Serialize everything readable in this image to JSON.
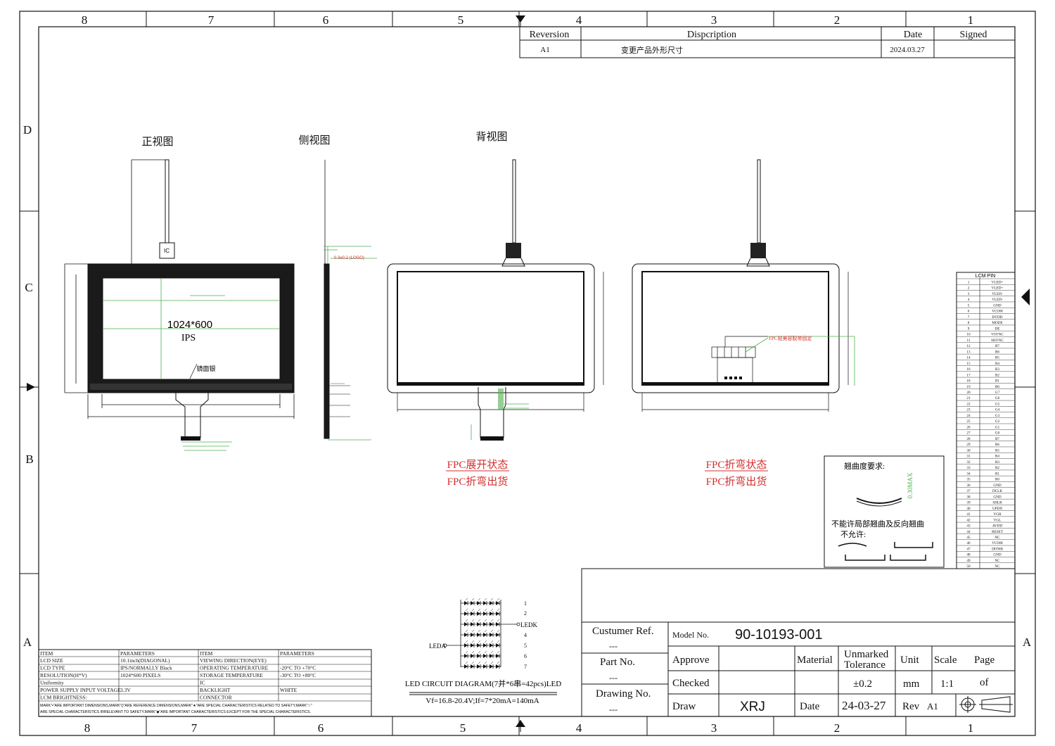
{
  "frame": {
    "zones_top": [
      "8",
      "7",
      "6",
      "5",
      "4",
      "3",
      "2",
      "1"
    ],
    "zones_bottom": [
      "8",
      "7",
      "6",
      "5",
      "4",
      "3",
      "2",
      "1"
    ],
    "rows_left": [
      "D",
      "C",
      "B",
      "A"
    ],
    "rows_right": [
      "A"
    ]
  },
  "revision_table": {
    "headers": {
      "rev": "Reversion",
      "desc": "Dispcription",
      "date": "Date",
      "signed": "Signed"
    },
    "row": {
      "rev": "A1",
      "desc": "变更产品外形尺寸",
      "date": "2024.03.27"
    }
  },
  "views": {
    "front": "正视图",
    "side": "侧视图",
    "back": "背视图",
    "ic": "IC",
    "resolution": "1024*600",
    "panel_type": "IPS",
    "silver": "镜面银",
    "side_dim": "0.3±0.2 (LOGO)"
  },
  "fpc_states": [
    {
      "state": "FPC展开状态",
      "ship": "FPC折弯出货"
    },
    {
      "state": "FPC折弯状态",
      "ship": "FPC折弯出货"
    }
  ],
  "back_note": "FPC贴美容胶带固定",
  "warp": {
    "title": "翘曲度要求:",
    "max": "0.30MAX",
    "note1": "不能许局部翘曲及反向翘曲",
    "note2": "不允许:"
  },
  "lcm_pin": {
    "title": "LCM PIN",
    "pins": [
      "VLED+",
      "VLED+",
      "VLED-",
      "VLED-",
      "GND",
      "VCOM",
      "DVDD",
      "MODE",
      "DE",
      "VSYNC",
      "HSYNC",
      "B7",
      "B6",
      "B5",
      "B4",
      "B3",
      "B2",
      "B1",
      "B0",
      "G7",
      "G6",
      "G5",
      "G4",
      "G3",
      "G2",
      "G1",
      "G0",
      "R7",
      "R6",
      "R5",
      "R4",
      "R3",
      "R2",
      "R1",
      "R0",
      "GND",
      "DCLK",
      "GND",
      "SHLR",
      "UPDN",
      "VGH",
      "VGL",
      "AVDD",
      "RESET",
      "NC",
      "VCOM",
      "DITHB",
      "GND",
      "NC",
      "NC"
    ]
  },
  "led": {
    "ledk": "LEDK",
    "leda": "LEDA",
    "rows": [
      "1",
      "2",
      "3",
      "4",
      "5",
      "6",
      "7"
    ],
    "caption": "LED CIRCUIT DIAGRAM(7并*6串=42pcs)LED",
    "spec": "Vf=16.8-20.4V;If=7*20mA=140mA"
  },
  "spec_table": {
    "headers": [
      "ITEM",
      "PARAMETERS",
      "ITEM",
      "PARAMETERS"
    ],
    "rows": [
      [
        "LCD SIZE",
        "10.1inch(DIAGONAL)",
        "VIEWING DIRECTION(EYE)",
        ""
      ],
      [
        "LCD TYPE",
        "IPS/NORMALLY Black",
        "OPERATING TEMPERATURE",
        "-20°C TO +70°C"
      ],
      [
        "RESOLUTION(H*V)",
        "1024*600 PIXELS",
        "STORAGE TEMPERATURE",
        "-30°C TO +80°C"
      ],
      [
        "Uniformity",
        "",
        "IC",
        ""
      ],
      [
        "POWER SUPPLY INPUT VOLTAGE",
        "3.3V",
        "BACKLIGHT",
        "WHITE"
      ],
      [
        "LCM BRIGHTNESS:",
        "",
        "CONNECTOR",
        ""
      ]
    ],
    "note1": "MARK\"•\"ARE IMPORTANT DIMENSIONS,MARK\"()\"ARE REFERENCE DIMENSIONS,MARK\"★\"ARE SPECIAL CHARACTERISTICS RELATED TO SAFETY,MARK\"☆\"",
    "note2": "ARE SPECIAL CHARACTERISTICS IRRELEVANT TO SAFETY,MARK\"◆\"ARE IMPORTANT CHARACTERISTICS EXCEPT FOR THE SPECIAL CHARACTERISTICS."
  },
  "title_block": {
    "customer_ref": "Custumer Ref.",
    "part_no": "Part No.",
    "drawing_no": "Drawing No.",
    "dashes": "---",
    "model_label": "Model No.",
    "model_value": "90-10193-001",
    "approve": "Approve",
    "checked": "Checked",
    "draw": "Draw",
    "draw_value": "XRJ",
    "material": "Material",
    "unmarked1": "Unmarked",
    "unmarked2": "Tolerance",
    "tol_value": "±0.2",
    "unit": "Unit",
    "unit_value": "mm",
    "scale": "Scale",
    "scale_value": "1:1",
    "page": "Page",
    "of": "of",
    "date_label": "Date",
    "date_value": "24-03-27",
    "rev_label": "Rev",
    "rev_value": "A1"
  }
}
